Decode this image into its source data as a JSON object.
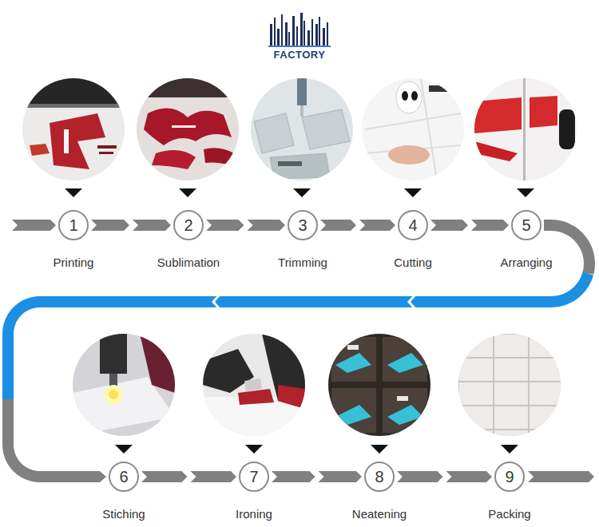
{
  "diagram": {
    "nodes": [
      {
        "text": [
          "1",
          "Printing"
        ]
      },
      {
        "text": [
          "2",
          "Sublimation"
        ]
      },
      {
        "text": [
          "3",
          "Trimming"
        ]
      },
      {
        "text": [
          "4",
          "Cutting"
        ]
      },
      {
        "text": [
          "5",
          "Arranging"
        ]
      },
      {
        "text": [
          "6",
          "Stiching"
        ]
      },
      {
        "text": [
          "7",
          "Ironing"
        ]
      },
      {
        "text": [
          "8",
          "Neatening"
        ]
      },
      {
        "text": [
          "9",
          "Packing"
        ]
      }
    ],
    "edges": [
      {
        "from": 0,
        "to": 1,
        "arrow": "to"
      },
      {
        "from": 1,
        "to": 2,
        "arrow": "to"
      },
      {
        "from": 2,
        "to": 3,
        "arrow": "to"
      },
      {
        "from": 3,
        "to": 4,
        "arrow": "to"
      },
      {
        "from": 4,
        "to": 5,
        "arrow": "to"
      },
      {
        "from": 5,
        "to": 6,
        "arrow": "to"
      },
      {
        "from": 6,
        "to": 7,
        "arrow": "to"
      },
      {
        "from": 7,
        "to": 8,
        "arrow": "to"
      }
    ],
    "labels": [
      "FACTORY"
    ]
  }
}
